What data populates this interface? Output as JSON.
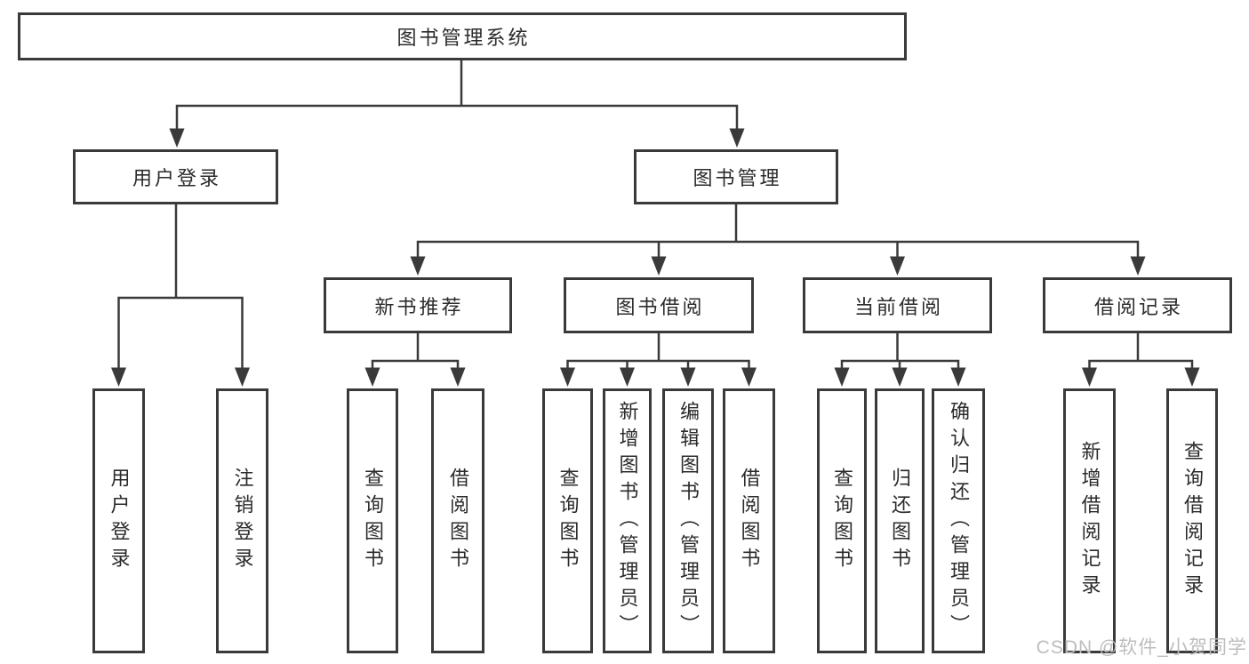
{
  "diagram": {
    "title": "图书管理系统",
    "type": "functional-decomposition-tree",
    "colors": {
      "line": "#3a3a3a",
      "text": "#2b2b2b",
      "background": "#ffffff",
      "watermark_text_color": "#bdbdbd"
    },
    "nodes": {
      "root": "图书管理系统",
      "user_login": "用户登录",
      "book_mgmt": "图书管理",
      "new_book_rec": "新书推荐",
      "book_borrow": "图书借阅",
      "current_borrow": "当前借阅",
      "borrow_record": "借阅记录",
      "leaf_user_login": "用户登录",
      "leaf_logout": "注销登录",
      "leaf_nb_query": "查询图书",
      "leaf_nb_borrow": "借阅图书",
      "leaf_bb_query": "查询图书",
      "leaf_bb_add": "新增图书（管理员）",
      "leaf_bb_edit": "编辑图书（管理员）",
      "leaf_bb_borrow": "借阅图书",
      "leaf_cb_query": "查询图书",
      "leaf_cb_return": "归还图书",
      "leaf_cb_confirm": "确认归还（管理员）",
      "leaf_br_add": "新增借阅记录",
      "leaf_br_query": "查询借阅记录"
    },
    "hierarchy": {
      "label": "图书管理系统",
      "children": [
        {
          "label": "用户登录",
          "children": [
            {
              "label": "用户登录"
            },
            {
              "label": "注销登录"
            }
          ]
        },
        {
          "label": "图书管理",
          "children": [
            {
              "label": "新书推荐",
              "children": [
                {
                  "label": "查询图书"
                },
                {
                  "label": "借阅图书"
                }
              ]
            },
            {
              "label": "图书借阅",
              "children": [
                {
                  "label": "查询图书"
                },
                {
                  "label": "新增图书（管理员）"
                },
                {
                  "label": "编辑图书（管理员）"
                },
                {
                  "label": "借阅图书"
                }
              ]
            },
            {
              "label": "当前借阅",
              "children": [
                {
                  "label": "查询图书"
                },
                {
                  "label": "归还图书"
                },
                {
                  "label": "确认归还（管理员）"
                }
              ]
            },
            {
              "label": "借阅记录",
              "children": [
                {
                  "label": "新增借阅记录"
                },
                {
                  "label": "查询借阅记录"
                }
              ]
            }
          ]
        }
      ]
    },
    "watermark": "CSDN @软件_小贺同学"
  }
}
